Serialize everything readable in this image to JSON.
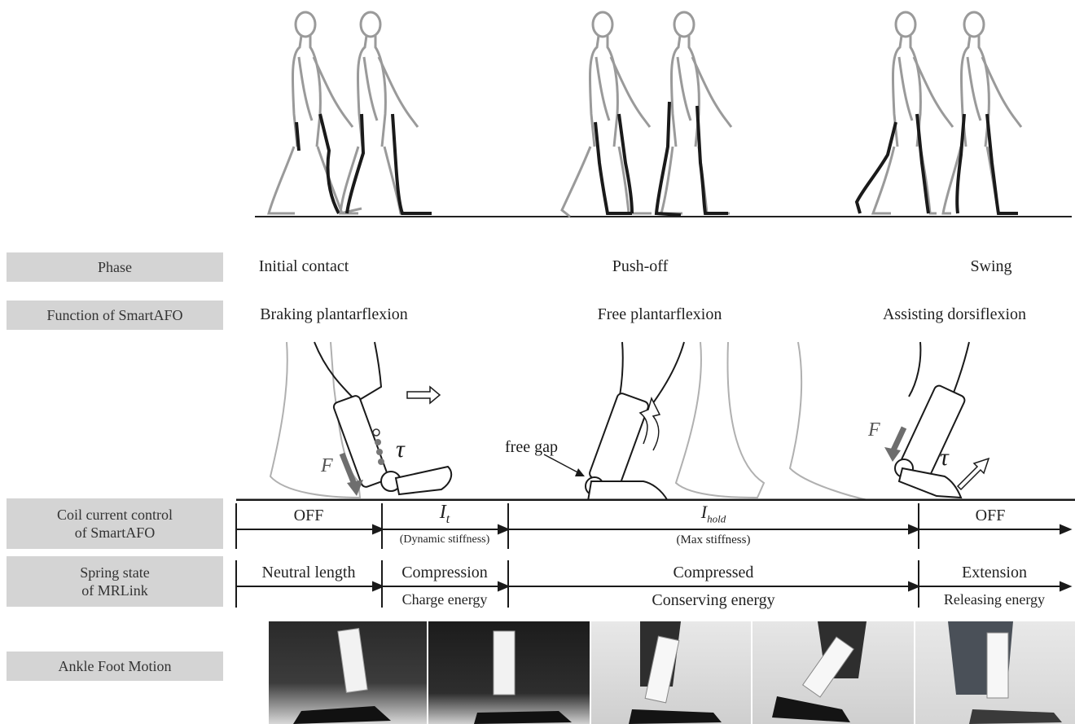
{
  "row_labels": {
    "phase": "Phase",
    "function": "Function of SmartAFO",
    "coil_line1": "Coil current control",
    "coil_line2": "of SmartAFO",
    "spring_line1": "Spring state",
    "spring_line2": "of MRLink",
    "motion": "Ankle Foot Motion"
  },
  "phases": [
    {
      "phase": "Initial contact",
      "function": "Braking plantarflexion"
    },
    {
      "phase": "Push-off",
      "function": "Free plantarflexion"
    },
    {
      "phase": "Swing",
      "function": "Assisting dorsiflexion"
    }
  ],
  "annotations": {
    "force": "F",
    "torque": "τ",
    "free_gap": "free gap"
  },
  "coil": {
    "off1": "OFF",
    "it_main": "I",
    "it_sub": "t",
    "it_note": "(Dynamic stiffness)",
    "ihold_main": "I",
    "ihold_sub": "hold",
    "ihold_note": "(Max stiffness)",
    "off2": "OFF"
  },
  "spring": {
    "s1_top": "Neutral length",
    "s2_top": "Compression",
    "s2_bottom": "Charge energy",
    "s3_top": "Compressed",
    "s3_bottom": "Conserving energy",
    "s4_top": "Extension",
    "s4_bottom": "Releasing energy"
  },
  "colors": {
    "label_bg": "#d4d4d4",
    "figure_gray": "#9a9a9a",
    "figure_dark": "#1a1a1a",
    "force_arrow": "#6e6e6e"
  }
}
